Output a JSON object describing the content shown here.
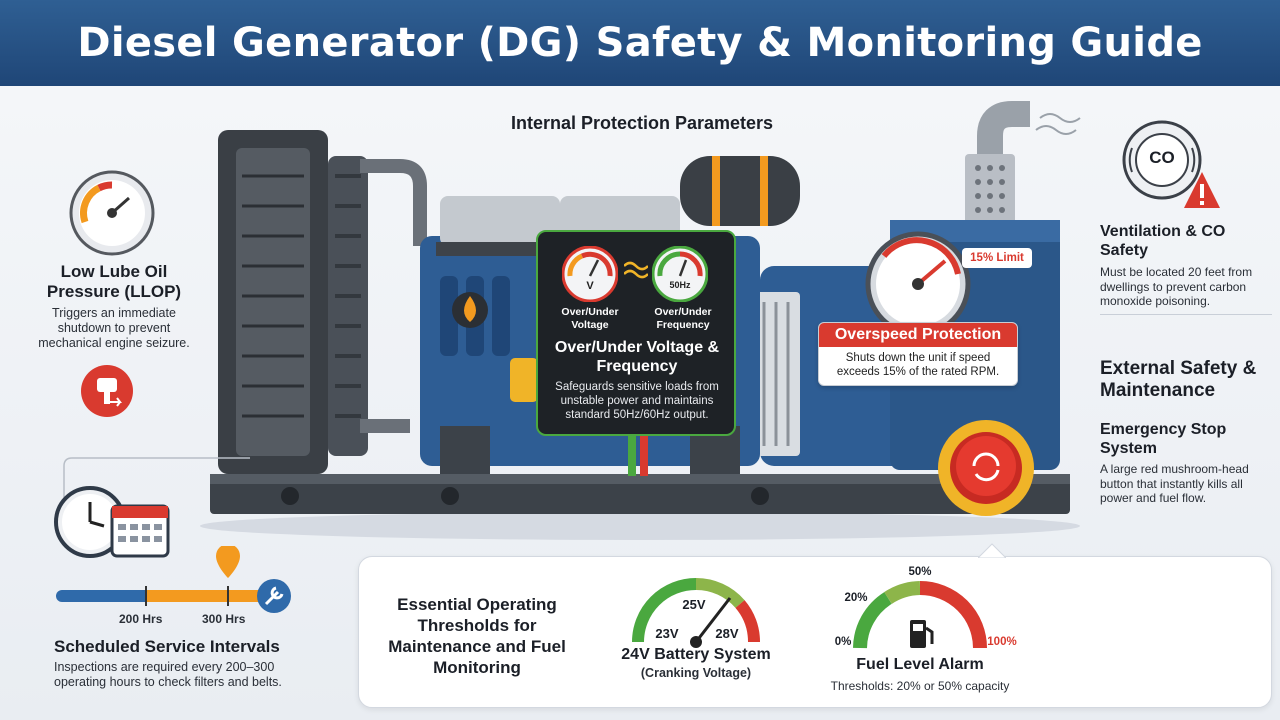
{
  "header": {
    "title": "Diesel Generator (DG) Safety & Monitoring Guide"
  },
  "internal": {
    "title": "Internal Protection Parameters"
  },
  "llop": {
    "title": "Low Lube Oil Pressure (LLOP)",
    "desc": "Triggers an immediate shutdown to prevent mechanical engine seizure."
  },
  "voltage": {
    "gauge_v_label": "V",
    "gauge_hz_label": "50Hz",
    "label_left": "Over/Under Voltage",
    "label_right": "Over/Under Frequency",
    "title": "Over/Under Voltage & Frequency",
    "desc": "Safeguards sensitive loads from unstable power and maintains standard 50Hz/60Hz output."
  },
  "overspeed": {
    "limit_tag": "15% Limit",
    "title": "Overspeed Protection",
    "desc": "Shuts down the unit if speed exceeds 15% of the rated RPM."
  },
  "ventilation": {
    "icon_text": "CO",
    "title": "Ventilation & CO Safety",
    "desc": "Must be located 20 feet from dwellings to prevent carbon monoxide poisoning."
  },
  "external": {
    "title": "External Safety & Maintenance",
    "estop_title": "Emergency Stop System",
    "estop_desc": "A large red mushroom-head button that instantly kills all power and fuel flow."
  },
  "service": {
    "title": "Scheduled Service Intervals",
    "desc": "Inspections are required every 200–300 operating hours to check filters and belts.",
    "mark_200": "200 Hrs",
    "mark_300": "300 Hrs"
  },
  "thresholds": {
    "title": "Essential Operating Thresholds for Maintenance and Fuel Monitoring",
    "battery": {
      "title": "24V Battery System",
      "subtitle": "(Cranking Voltage)",
      "tick_23": "23V",
      "tick_25": "25V",
      "tick_28": "28V"
    },
    "fuel": {
      "title": "Fuel Level Alarm",
      "desc": "Thresholds: 20% or 50% capacity",
      "tick_0": "0%",
      "tick_20": "20%",
      "tick_50": "50%",
      "tick_100": "100%"
    }
  },
  "colors": {
    "header_blue": "#1f4677",
    "engine_blue": "#2e5d94",
    "alert_red": "#d93a2f",
    "safe_green": "#4aa83f",
    "warn_orange": "#f39a1f"
  }
}
